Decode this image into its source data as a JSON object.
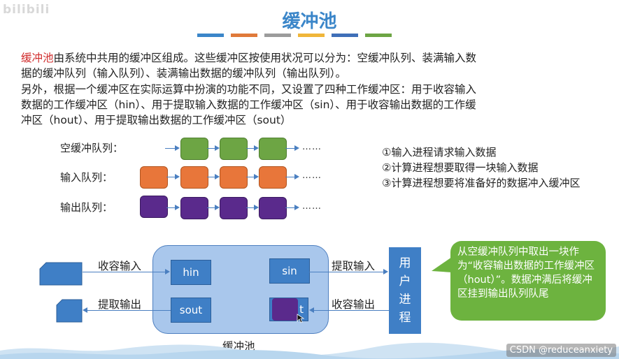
{
  "watermark": "bilibili",
  "title": "缓冲池",
  "colors": {
    "title": "#3b86c9",
    "swatches": [
      "#3b86c9",
      "#e07a3a",
      "#9c9c9c",
      "#f0b63a",
      "#3f6fb8",
      "#6da544"
    ],
    "empty_queue": "#6da544",
    "input_queue": "#e8763a",
    "output_queue": "#5a2a8c",
    "buffer": "#3f7fc6",
    "bubble": "#6db33f"
  },
  "intro": {
    "term": "缓冲池",
    "line1_rest": "由系统中共用的缓冲区组成。这些缓冲区按使用状况可以分为：空缓冲队列、装满输入数",
    "line2": "据的缓冲队列（输入队列）、装满输出数据的缓冲队列（输出队列）。",
    "line3": "另外，根据一个缓冲区在实际运算中扮演的功能不同，又设置了四种工作缓冲区：用于收容输入",
    "line4": "数据的工作缓冲区（hin）、用于提取输入数据的工作缓冲区（sin）、用于收容输出数据的工作缓",
    "line5": "冲区（hout）、用于提取输出数据的工作缓冲区（sout）"
  },
  "queues": {
    "empty_label": "空缓冲队列：",
    "input_label": "输入队列：",
    "output_label": "输出队列：",
    "ellipsis": "……"
  },
  "steps": [
    "①输入进程请求输入数据",
    "②计算进程想要取得一块输入数据",
    "③计算进程想要将准备好的数据冲入缓冲区"
  ],
  "flow": {
    "collect_input": "收容输入",
    "extract_input": "提取输入",
    "extract_output": "提取输出",
    "collect_output": "收容输出",
    "pool_label": "缓冲池",
    "hin": "hin",
    "sin": "sin",
    "sout": "sout",
    "hout_partial": "t",
    "user_process": [
      "用",
      "户",
      "进",
      "程"
    ]
  },
  "bubble": {
    "text": "从空缓冲队列中取出一块作为“收容输出数据的工作缓冲区（hout）”。数据冲满后将缓冲区挂到输出队列队尾"
  },
  "credit": "CSDN @reduceanxiety"
}
